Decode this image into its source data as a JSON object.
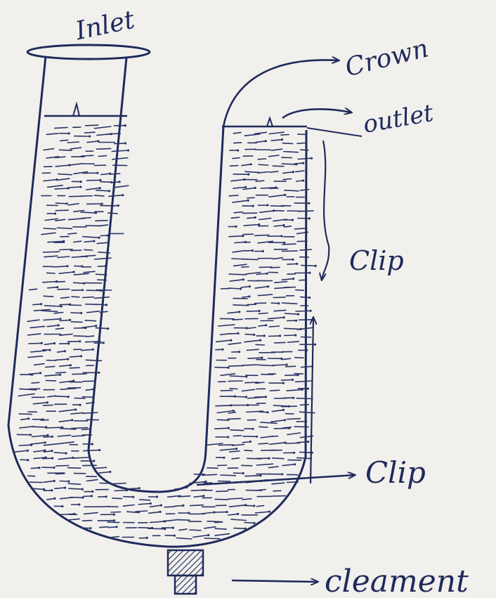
{
  "diagram": {
    "labels": {
      "inlet": "Inlet",
      "crown": "Crown",
      "outlet": "outlet",
      "dip_upper": "Clip",
      "dip_lower": "Clip",
      "cleanout": "cleament"
    },
    "colors": {
      "ink": "#1f2a5c",
      "paper": "#f1f0ec",
      "water_stroke": "#2a3466"
    }
  }
}
